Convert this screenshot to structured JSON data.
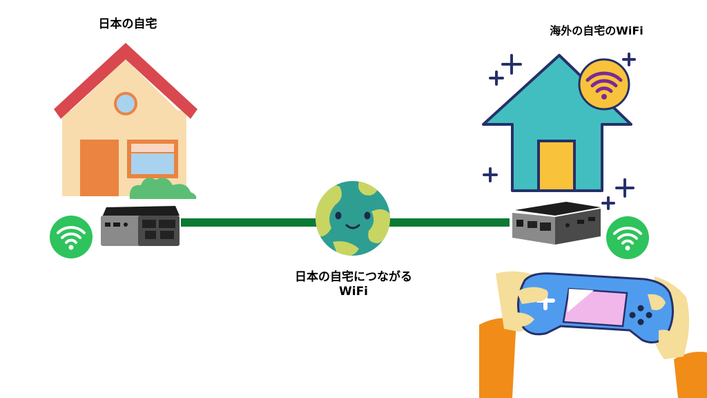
{
  "labels": {
    "japan_home": "日本の自宅",
    "overseas_home_wifi": "海外の自宅のWiFi",
    "connect_line1": "日本の自宅につながる",
    "connect_line2": "WiFi"
  },
  "colors": {
    "link_line": "#0a7a34",
    "wifi_badge_green": "#2ec35c",
    "japan_roof": "#d9484f",
    "japan_wall": "#f8dcae",
    "japan_door": "#ea8440",
    "overseas_wall": "#43bec0",
    "overseas_outline": "#26306a",
    "overseas_door": "#f8c33a",
    "wifi_badge_yellow": "#f8c33a",
    "wifi_badge_purple_icon": "#7a2a96",
    "globe_ocean": "#2e9e92",
    "globe_land": "#c9d563",
    "console_body": "#4f9cef",
    "console_screen": "#f2b7ea",
    "sleeve": "#f28c18",
    "hand": "#f5dd9a"
  },
  "icons": [
    "house-japan-icon",
    "house-overseas-icon",
    "router-left-icon",
    "router-right-icon",
    "wifi-left-icon",
    "wifi-right-icon",
    "wifi-overseas-badge-icon",
    "globe-face-icon",
    "game-console-icon",
    "sparkle-icon"
  ]
}
